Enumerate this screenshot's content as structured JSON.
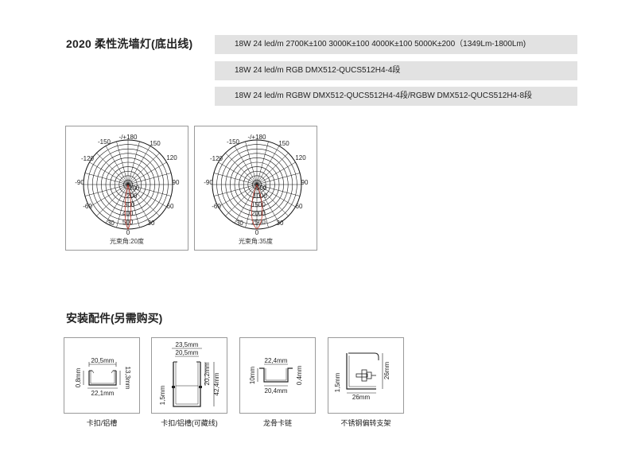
{
  "product": {
    "title": "2020 柔性洗墙灯(底出线)",
    "specs": [
      "18W  24 led/m 2700K±100 3000K±100 4000K±100 5000K±200（1349Lm-1800Lm)",
      "18W  24 led/m RGB DMX512-QUCS512H4-4段",
      "18W  24 led/m RGBW DMX512-QUCS512H4-4段/RGBW DMX512-QUCS512H4-8段"
    ]
  },
  "polar_charts": [
    {
      "angle_labels": [
        "-/+180",
        "-150",
        "150",
        "-120",
        "120",
        "-90",
        "90",
        "-60",
        "60",
        "-30",
        "30",
        "0"
      ],
      "radial_labels": [
        "100",
        "200",
        "300",
        "400",
        "500"
      ],
      "caption": "光束角:20度"
    },
    {
      "angle_labels": [
        "-/+180",
        "-150",
        "150",
        "-120",
        "120",
        "-90",
        "90",
        "-60",
        "60",
        "-30",
        "30",
        "0"
      ],
      "radial_labels": [
        "500",
        "1000",
        "1500",
        "2000",
        "2500"
      ],
      "caption": "光束角:35度"
    }
  ],
  "accessories": {
    "section_title": "安装配件(另需购买)",
    "items": [
      {
        "label": "卡扣/铝槽",
        "dims": [
          "20,5mm",
          "22,1mm",
          "0,8mm",
          "13,3mm"
        ]
      },
      {
        "label": "卡扣/铝槽(可藏线)",
        "dims": [
          "23,5mm",
          "20,5mm",
          "20,2mm",
          "42,4mm",
          "1,5mm"
        ]
      },
      {
        "label": "龙骨卡链",
        "dims": [
          "22,4mm",
          "20,4mm",
          "10mm",
          "0,4mm"
        ]
      },
      {
        "label": "不锈钢偏转支架",
        "dims": [
          "26mm",
          "26mm",
          "1,5mm"
        ]
      }
    ]
  }
}
